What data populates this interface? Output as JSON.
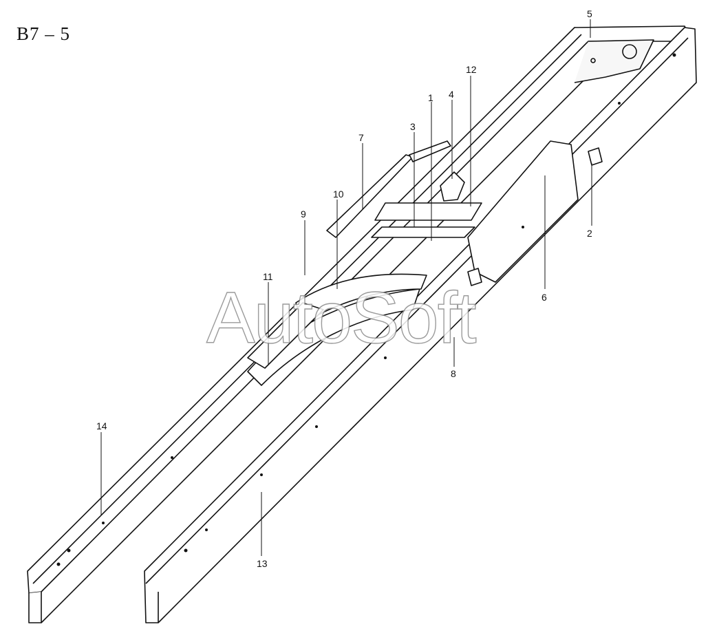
{
  "diagram": {
    "title": "B7 – 5",
    "watermark": "AutoSoft",
    "callouts": [
      "1",
      "2",
      "3",
      "4",
      "5",
      "6",
      "7",
      "8",
      "9",
      "10",
      "11",
      "12",
      "13",
      "14"
    ]
  }
}
